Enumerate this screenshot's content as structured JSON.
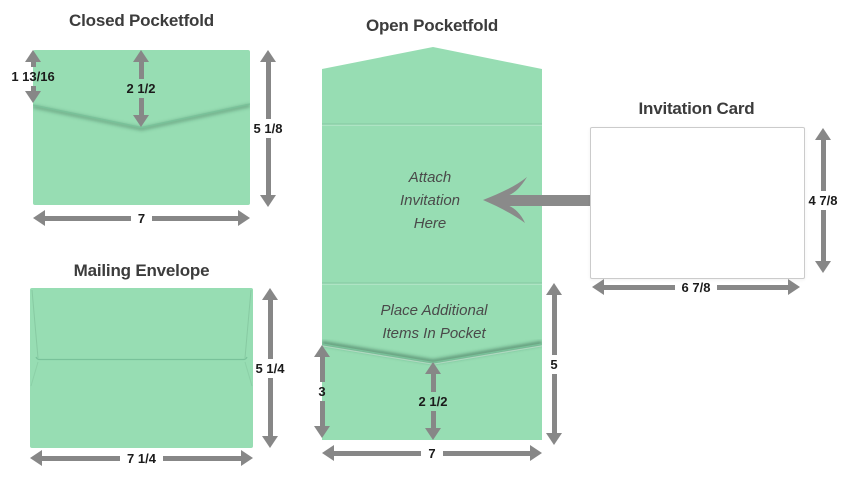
{
  "colors": {
    "paper_green": "#97DDB3",
    "fold_line_green": "#79C29A",
    "arrow_gray": "#878787",
    "big_arrow_gray": "#8A8A8A",
    "title_text": "#3C3C3C",
    "dimension_text": "#1B1B1B",
    "note_text": "#4A4A4A",
    "card_border": "#CBCBCB"
  },
  "closed_pocketfold": {
    "title": "Closed Pocketfold",
    "dim_flap_height": "1 13/16",
    "dim_flap_depth": "2 1/2",
    "dim_height": "5 1/8",
    "dim_width": "7"
  },
  "mailing_envelope": {
    "title": "Mailing Envelope",
    "dim_height": "5 1/4",
    "dim_width": "7 1/4"
  },
  "open_pocketfold": {
    "title": "Open Pocketfold",
    "note_attach": [
      "Attach",
      "Invitation",
      "Here"
    ],
    "note_pocket": [
      "Place Additional",
      "Items In Pocket"
    ],
    "dim_pocket_left": "3",
    "dim_pocket_center": "2 1/2",
    "dim_panel_height": "5",
    "dim_width": "7"
  },
  "invitation_card": {
    "title": "Invitation Card",
    "dim_height": "4 7/8",
    "dim_width": "6 7/8"
  }
}
